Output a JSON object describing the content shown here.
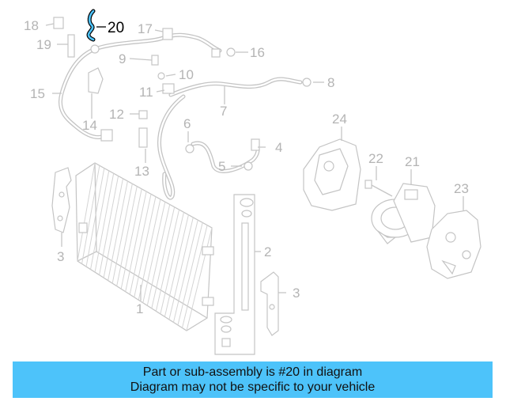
{
  "callouts": {
    "c1": "1",
    "c2": "2",
    "c3a": "3",
    "c3b": "3",
    "c4": "4",
    "c5": "5",
    "c6": "6",
    "c7": "7",
    "c8": "8",
    "c9": "9",
    "c10": "10",
    "c11": "11",
    "c12": "12",
    "c13": "13",
    "c14": "14",
    "c15": "15",
    "c16": "16",
    "c17": "17",
    "c18": "18",
    "c19": "19",
    "c20": "20",
    "c21": "21",
    "c22": "22",
    "c23": "23",
    "c24": "24"
  },
  "highlight": {
    "part": "20",
    "color": "#4dc3fa"
  },
  "banner": {
    "line1": "Part or sub-assembly is #20 in diagram",
    "line2": "Diagram may not be specific to your vehicle",
    "color": "#4dc3fa"
  }
}
